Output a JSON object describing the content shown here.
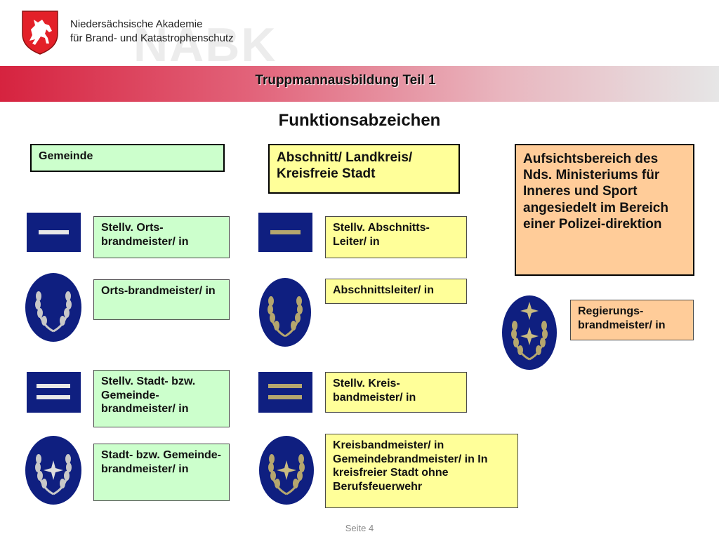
{
  "header": {
    "org_line1": "Niedersächsische Akademie",
    "org_line2": "für Brand- und Katastrophenschutz",
    "watermark": "NABK",
    "banner_title": "Truppmannausbildung Teil 1"
  },
  "page_title": "Funktionsabzeichen",
  "columns": {
    "gemeinde": "Gemeinde",
    "abschnitt": "Abschnitt/ Landkreis/ Kreisfreie Stadt",
    "aufsicht": "Aufsichtsbereich des Nds. Ministeriums für Inneres und Sport angesiedelt im Bereich einer Polizei-direktion"
  },
  "labels": {
    "stellv_orts": "Stellv. Orts-brandmeister/ in",
    "orts": "Orts-brandmeister/ in",
    "stellv_stadt": "Stellv. Stadt- bzw. Gemeinde-brandmeister/ in",
    "stadt": "Stadt- bzw. Gemeinde-brandmeister/ in",
    "stellv_abschnitt": "Stellv. Abschnitts-Leiter/ in",
    "abschnitt_leiter": "Abschnittsleiter/ in",
    "stellv_kreis": "Stellv. Kreis-bandmeister/ in",
    "kreis": "Kreisbandmeister/ in Gemeindebrandmeister/ in In kreisfreier Stadt ohne Berufsfeuerwehr",
    "regierung": "Regierungs-brandmeister/ in"
  },
  "footer": {
    "page": "Seite 4"
  },
  "colors": {
    "rank_blue": "#0f1f80",
    "silver": "#c8c8c8",
    "gold": "#b5a66e",
    "banner_red": "#d6233f"
  },
  "icons": [
    "lower-saxony-horse-crest",
    "silver-rank-bar",
    "gold-rank-bar",
    "silver-oak-wreath-badge",
    "gold-oak-wreath-badge",
    "star-badge"
  ]
}
